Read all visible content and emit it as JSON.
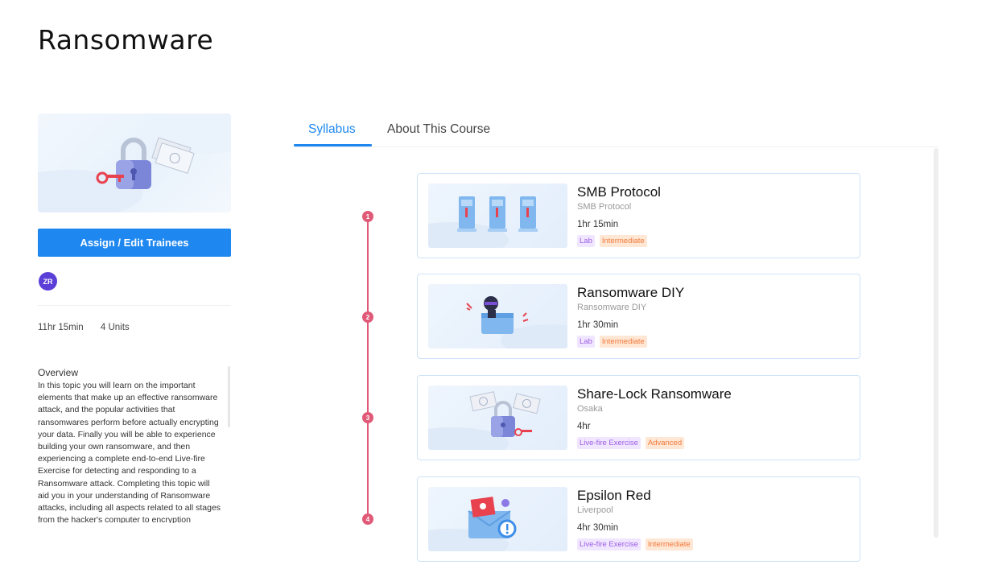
{
  "page": {
    "title": "Ransomware"
  },
  "sidebar": {
    "assign_label": "Assign / Edit Trainees",
    "avatar_initials": "ZR",
    "duration": "11hr 15min",
    "units": "4 Units",
    "overview_title": "Overview",
    "overview_text": "In this topic you will learn on the important elements that make up an effective ransomware attack, and the popular activities that ransomwares perform before actually encrypting your data. Finally you will be able to experience building your own ransomware, and then experiencing a complete end-to-end Live-fire Exercise for detecting and responding to a Ransomware attack. Completing this topic will aid you in your understanding of Ransomware attacks, including all aspects related to all stages from the hacker's computer to encryption"
  },
  "tabs": [
    {
      "label": "Syllabus",
      "active": true
    },
    {
      "label": "About This Course",
      "active": false
    }
  ],
  "units": [
    {
      "step": "1",
      "title": "SMB Protocol",
      "subtitle": "SMB Protocol",
      "duration": "1hr 15min",
      "type": "Lab",
      "level": "Intermediate",
      "icon": "server-racks-icon"
    },
    {
      "step": "2",
      "title": "Ransomware DIY",
      "subtitle": "Ransomware DIY",
      "duration": "1hr 30min",
      "type": "Lab",
      "level": "Intermediate",
      "icon": "hacker-icon"
    },
    {
      "step": "3",
      "title": "Share-Lock Ransomware",
      "subtitle": "Osaka",
      "duration": "4hr",
      "type": "Live-fire Exercise",
      "level": "Advanced",
      "icon": "padlock-money-icon"
    },
    {
      "step": "4",
      "title": "Epsilon Red",
      "subtitle": "Liverpool",
      "duration": "4hr 30min",
      "type": "Live-fire Exercise",
      "level": "Intermediate",
      "icon": "envelope-alert-icon"
    }
  ],
  "colors": {
    "accent": "#1e88f0",
    "timeline": "#e05a78",
    "avatar": "#5b3fd6",
    "tag_type": "#9b5de5",
    "tag_level": "#f07a3a"
  }
}
